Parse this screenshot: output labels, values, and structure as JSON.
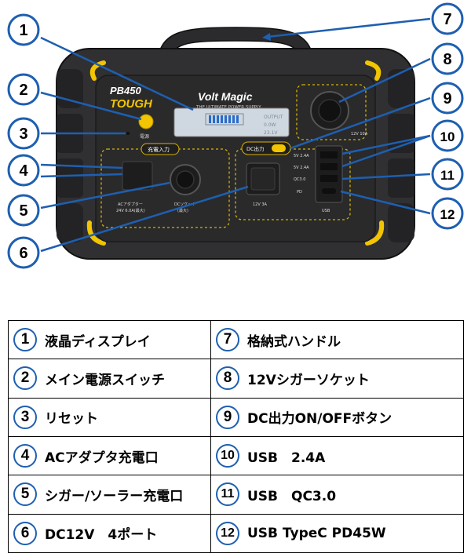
{
  "device": {
    "model": "PB450",
    "model_sub": "TOUGH",
    "brand": "Volt Magic",
    "tagline": "THE ULTIMATE POWER SUPPLY",
    "lcd_right_1": "OUTPUT",
    "lcd_right_2": "0.0W",
    "lcd_right_3": "23.1V",
    "power_label": "電源",
    "charge_input_label": "充電入力",
    "dc_output_label": "DC出力",
    "ac_adapter_label": "ACアダプター",
    "ac_adapter_sub": "24V 6.0A(最大)",
    "dc_port_label": "DCソケット",
    "dc_port_sub": "(最大)",
    "dc12v_label": "12V 3A",
    "usb_24a_label": "5V 2.4A",
    "usb_24a_label2": "5V 2.4A",
    "qc_label": "QC3.0",
    "pd_label": "PD",
    "usb_label": "USB",
    "socket_label": "12V 10A",
    "colors": {
      "body": "#2a2a2b",
      "frame": "#3a3a3c",
      "accent": "#f2c500",
      "lcd": "#cfd8e0",
      "callout": "#1e5fb0"
    }
  },
  "callouts": [
    "1",
    "2",
    "3",
    "4",
    "5",
    "6",
    "7",
    "8",
    "9",
    "10",
    "11",
    "12"
  ],
  "legend": [
    {
      "left_num": "1",
      "left_label": "液晶ディスプレイ",
      "right_num": "7",
      "right_label": "格納式ハンドル"
    },
    {
      "left_num": "2",
      "left_label": "メイン電源スイッチ",
      "right_num": "8",
      "right_label": "12Vシガーソケット"
    },
    {
      "left_num": "3",
      "left_label": "リセット",
      "right_num": "9",
      "right_label": "DC出力ON/OFFボタン"
    },
    {
      "left_num": "4",
      "left_label": "ACアダプタ充電口",
      "right_num": "10",
      "right_label": "USB　2.4A"
    },
    {
      "left_num": "5",
      "left_label": "シガー/ソーラー充電口",
      "right_num": "11",
      "right_label": "USB　QC3.0"
    },
    {
      "left_num": "6",
      "left_label": "DC12V　4ポート",
      "right_num": "12",
      "right_label": "USB TypeC PD45W"
    }
  ]
}
